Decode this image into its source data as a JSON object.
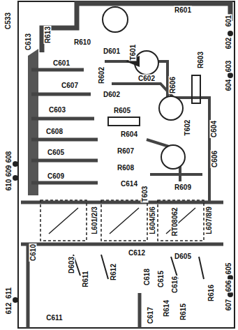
{
  "diagram": {
    "labels": [
      "C533",
      "R601",
      "C613",
      "R613",
      "R610",
      "D601",
      "T601",
      "601",
      "602",
      "603",
      "604",
      "C601",
      "R602",
      "C602",
      "R606",
      "R603",
      "C607",
      "D602",
      "C603",
      "R605",
      "T602",
      "C604",
      "C608",
      "R604",
      "C605",
      "R607",
      "C606",
      "R608",
      "C609",
      "C614",
      "T603",
      "R609",
      "608",
      "609",
      "610",
      "RT08062",
      "L601/2/3",
      "L604/5/6",
      "L607/8/9",
      "C610",
      "C612",
      "D605",
      "D603",
      "R611",
      "R612",
      "C618",
      "C615",
      "C616",
      "R616",
      "R614",
      "R615",
      "C617",
      "C611",
      "611",
      "612",
      "605",
      "606",
      "607"
    ]
  }
}
